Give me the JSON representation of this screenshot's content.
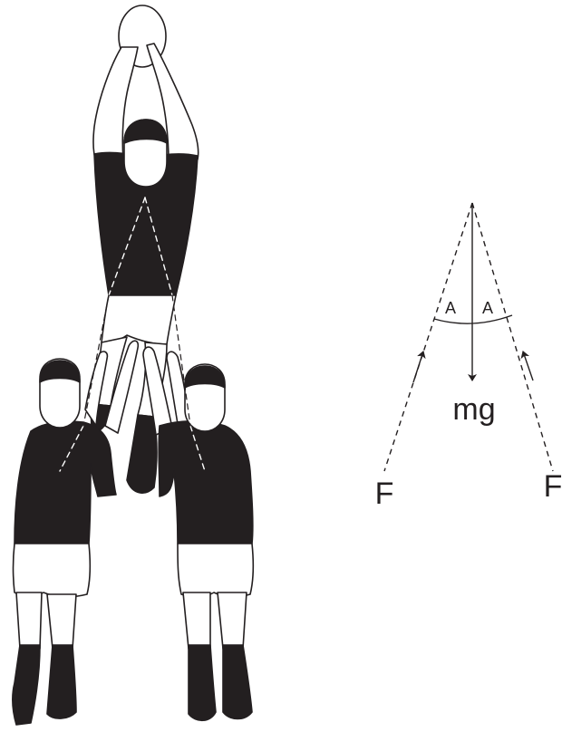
{
  "figure": {
    "illustration": "rugby-lineout-lift",
    "colors": {
      "ink": "#231f20",
      "jersey": "#231f20",
      "paper": "#ffffff"
    }
  },
  "force_diagram": {
    "angle_left": "A",
    "angle_right": "A",
    "weight_label": "mg",
    "force_left": "F",
    "force_right": "F"
  }
}
